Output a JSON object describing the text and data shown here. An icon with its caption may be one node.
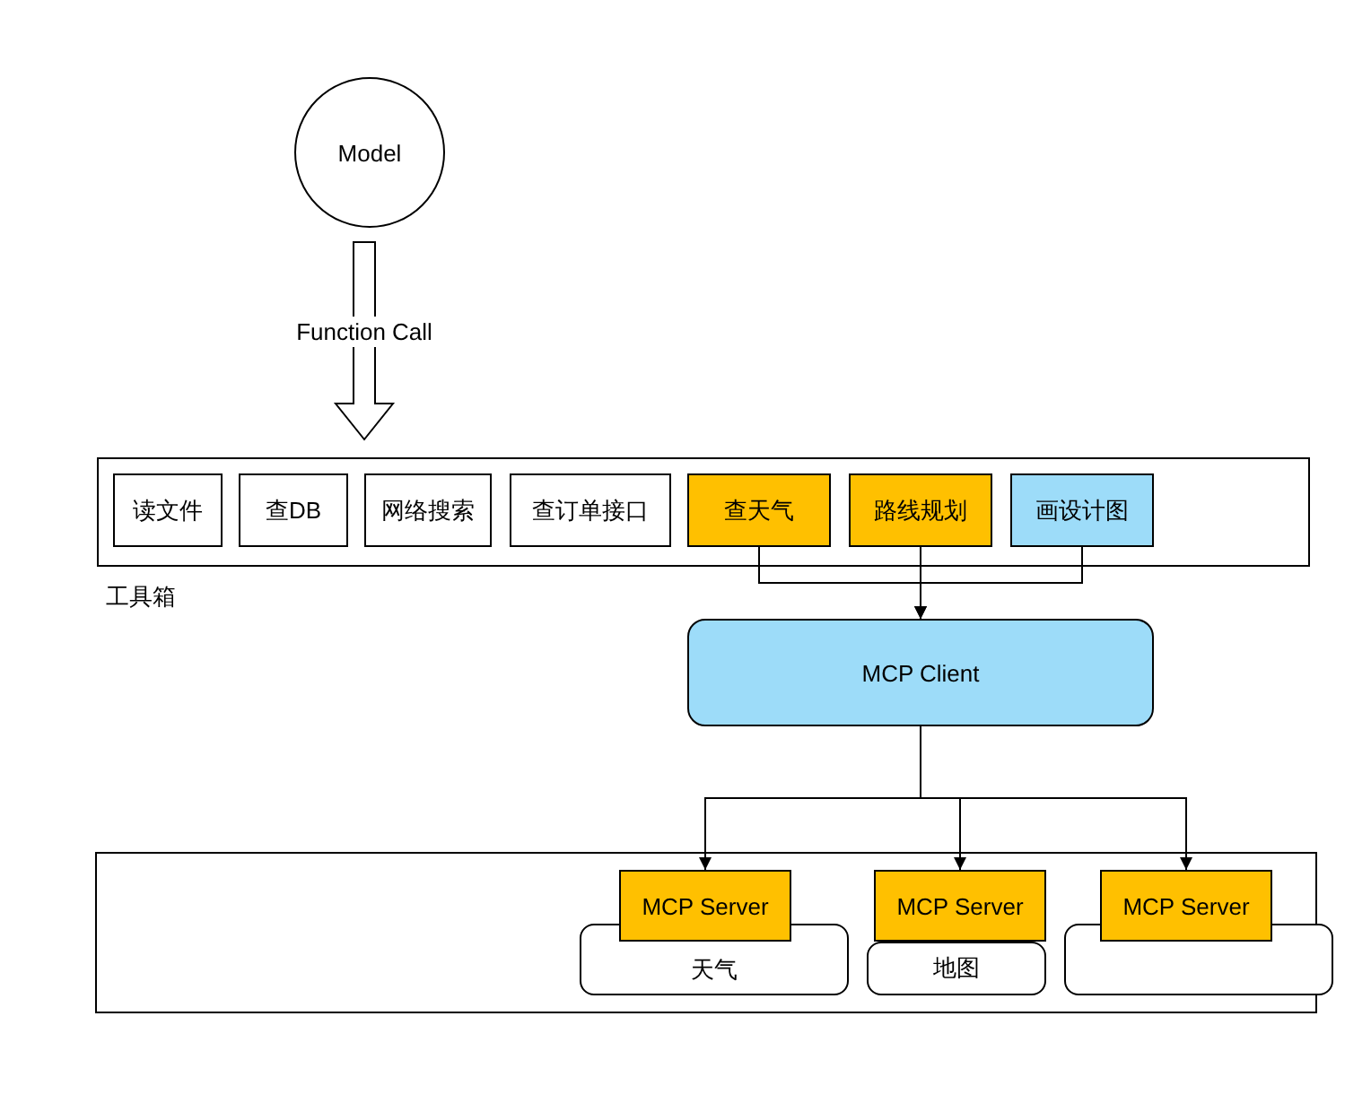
{
  "diagram": {
    "nodes": [
      {
        "text": [
          "Model"
        ]
      },
      {
        "text": [
          "工具箱"
        ]
      },
      {
        "text": [
          "读文件"
        ],
        "in": 1
      },
      {
        "text": [
          "查DB"
        ],
        "in": 1
      },
      {
        "text": [
          "网络搜索"
        ],
        "in": 1
      },
      {
        "text": [
          "查订单接口"
        ],
        "in": 1
      },
      {
        "text": [
          "查天气"
        ],
        "in": 1
      },
      {
        "text": [
          "路线规划"
        ],
        "in": 1
      },
      {
        "text": [
          "画设计图"
        ],
        "in": 1
      },
      {
        "text": [
          "MCP Client"
        ]
      },
      {
        "text": [],
        "shape": "box"
      },
      {
        "text": [
          "MCP Server"
        ],
        "in": 10
      },
      {
        "text": [
          "天气"
        ],
        "in": 10
      },
      {
        "text": [
          "MCP Server"
        ],
        "in": 10
      },
      {
        "text": [
          "地图"
        ],
        "in": 10
      },
      {
        "text": [
          "MCP Server"
        ],
        "in": 10
      },
      {
        "text": [],
        "shape": "box"
      }
    ],
    "edges": [
      {
        "from": 0,
        "to": 1,
        "arrow": "to",
        "label": "Function Call",
        "style": "thick"
      },
      {
        "from": 6,
        "to": 9,
        "arrow": "to"
      },
      {
        "from": 7,
        "to": 9,
        "arrow": "to"
      },
      {
        "from": 8,
        "to": 9,
        "arrow": "to"
      },
      {
        "from": 9,
        "to": 11,
        "arrow": "to"
      },
      {
        "from": 9,
        "to": 13,
        "arrow": "to"
      },
      {
        "from": 9,
        "to": 15,
        "arrow": "to"
      }
    ]
  }
}
